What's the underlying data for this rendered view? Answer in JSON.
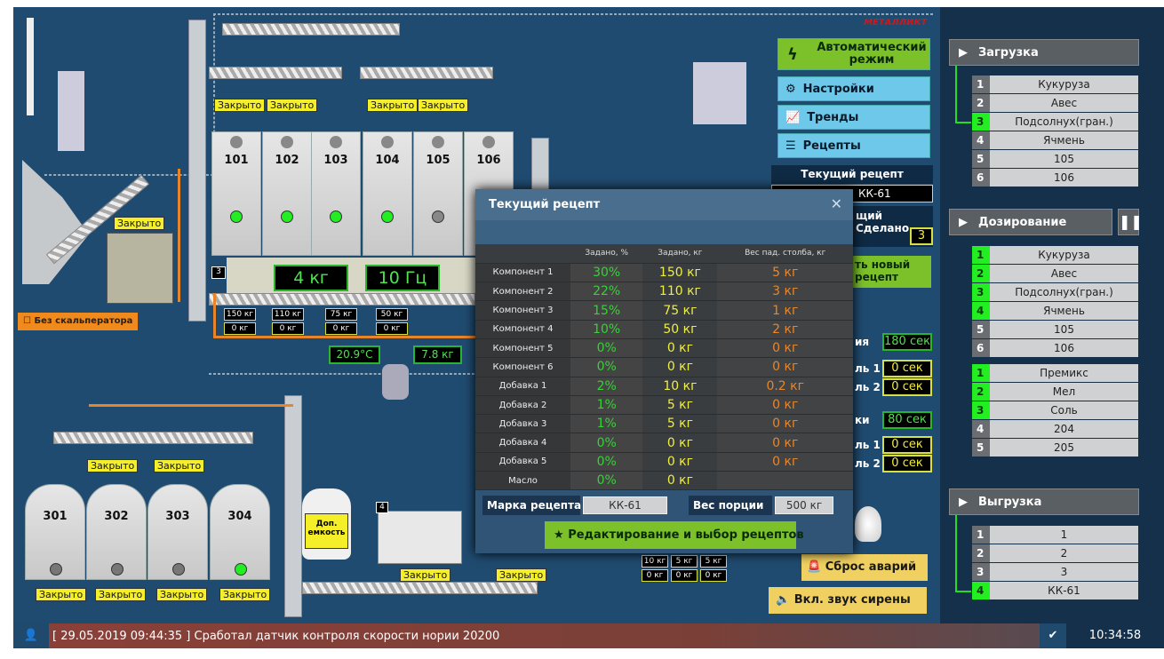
{
  "brand": "МЕТАЛЛИКТ",
  "closed_label": "Закрыто",
  "top_silos": [
    {
      "num": "101",
      "active": true
    },
    {
      "num": "102",
      "active": true
    },
    {
      "num": "103",
      "active": true
    },
    {
      "num": "104",
      "active": true
    },
    {
      "num": "105",
      "active": false
    },
    {
      "num": "106",
      "active": false
    }
  ],
  "bottom_silos": [
    {
      "num": "301",
      "active": false
    },
    {
      "num": "302",
      "active": false
    },
    {
      "num": "303",
      "active": false
    },
    {
      "num": "304",
      "active": true
    }
  ],
  "scale_number": "3",
  "mixer_number": "4",
  "weight_display": "4 кг",
  "frequency_display": "10 Гц",
  "scale_weights": [
    {
      "set": "150 кг",
      "actual": "0 кг"
    },
    {
      "set": "110 кг",
      "actual": "0 кг"
    },
    {
      "set": "75 кг",
      "actual": "0 кг"
    },
    {
      "set": "50 кг",
      "actual": "0 кг"
    }
  ],
  "additive_weights": [
    {
      "set": "10 кг",
      "actual": "0 кг"
    },
    {
      "set": "5 кг",
      "actual": "0 кг"
    },
    {
      "set": "5 кг",
      "actual": "0 кг"
    }
  ],
  "temperature": "20.9°C",
  "mixer_weight": "7.8 кг",
  "no_scalperator_label": "Без скальператора",
  "extra_tank_label": "Доп. емкость",
  "controls": {
    "auto_mode": "Автоматический режим",
    "settings": "Настройки",
    "trends": "Тренды",
    "recipes": "Рецепты",
    "current_recipe_title": "Текущий рецепт",
    "current_recipe_value": "КК-61",
    "current_partial": "щий",
    "done_label": "Сделано",
    "done_value": "3",
    "new_recipe": "ть новый рецепт",
    "timers": [
      {
        "label": "ия",
        "value": "180 сек",
        "kind": "g"
      },
      {
        "label": "ль 1",
        "value": "0 сек",
        "kind": "y"
      },
      {
        "label": "ль 2",
        "value": "0 сек",
        "kind": "y"
      },
      {
        "label": "ки",
        "value": "80 сек",
        "kind": "g"
      },
      {
        "label": "ль 1",
        "value": "0 сек",
        "kind": "y"
      },
      {
        "label": "ль 2",
        "value": "0 сек",
        "kind": "y"
      }
    ],
    "reset_alarms": "Сброс аварий",
    "siren": "Вкл. звук сирены"
  },
  "modal": {
    "title": "Текущий рецепт",
    "columns": [
      "",
      "Задано, %",
      "Задано, кг",
      "Вес пад. столба, кг"
    ],
    "rows": [
      [
        "Компонент 1",
        "30%",
        "150 кг",
        "5 кг"
      ],
      [
        "Компонент 2",
        "22%",
        "110 кг",
        "3 кг"
      ],
      [
        "Компонент 3",
        "15%",
        "75 кг",
        "1 кг"
      ],
      [
        "Компонент 4",
        "10%",
        "50 кг",
        "2 кг"
      ],
      [
        "Компонент 5",
        "0%",
        "0 кг",
        "0 кг"
      ],
      [
        "Компонент 6",
        "0%",
        "0 кг",
        "0 кг"
      ],
      [
        "Добавка 1",
        "2%",
        "10 кг",
        "0.2 кг"
      ],
      [
        "Добавка 2",
        "1%",
        "5 кг",
        "0 кг"
      ],
      [
        "Добавка 3",
        "1%",
        "5 кг",
        "0 кг"
      ],
      [
        "Добавка 4",
        "0%",
        "0 кг",
        "0 кг"
      ],
      [
        "Добавка 5",
        "0%",
        "0 кг",
        "0 кг"
      ],
      [
        "Масло",
        "0%",
        "0 кг",
        ""
      ]
    ],
    "recipe_mark_label": "Марка рецепта",
    "recipe_mark_value": "КК-61",
    "portion_label": "Вес порции",
    "portion_value": "500 кг",
    "edit_button": "Редактирование и выбор рецептов"
  },
  "right": {
    "loading": {
      "title": "Загрузка",
      "items": [
        {
          "n": "1",
          "label": "Кукуруза",
          "on": false
        },
        {
          "n": "2",
          "label": "Авес",
          "on": false
        },
        {
          "n": "3",
          "label": "Подсолнух(гран.)",
          "on": true
        },
        {
          "n": "4",
          "label": "Ячмень",
          "on": false
        },
        {
          "n": "5",
          "label": "105",
          "on": false
        },
        {
          "n": "6",
          "label": "106",
          "on": false
        }
      ]
    },
    "dosing": {
      "title": "Дозирование",
      "items": [
        {
          "n": "1",
          "label": "Кукуруза",
          "on": true
        },
        {
          "n": "2",
          "label": "Авес",
          "on": true
        },
        {
          "n": "3",
          "label": "Подсолнух(гран.)",
          "on": true
        },
        {
          "n": "4",
          "label": "Ячмень",
          "on": true
        },
        {
          "n": "5",
          "label": "105",
          "on": false
        },
        {
          "n": "6",
          "label": "106",
          "on": false
        }
      ],
      "additives": [
        {
          "n": "1",
          "label": "Премикс",
          "on": true
        },
        {
          "n": "2",
          "label": "Мел",
          "on": true
        },
        {
          "n": "3",
          "label": "Соль",
          "on": true
        },
        {
          "n": "4",
          "label": "204",
          "on": false
        },
        {
          "n": "5",
          "label": "205",
          "on": false
        }
      ]
    },
    "unloading": {
      "title": "Выгрузка",
      "items": [
        {
          "n": "1",
          "label": "1",
          "on": false
        },
        {
          "n": "2",
          "label": "2",
          "on": false
        },
        {
          "n": "3",
          "label": "3",
          "on": false
        },
        {
          "n": "4",
          "label": "КК-61",
          "on": true
        }
      ]
    }
  },
  "status": {
    "message": "[ 29.05.2019  09:44:35 ]  Сработал датчик контроля скорости нории 20200",
    "time": "10:34:58"
  }
}
